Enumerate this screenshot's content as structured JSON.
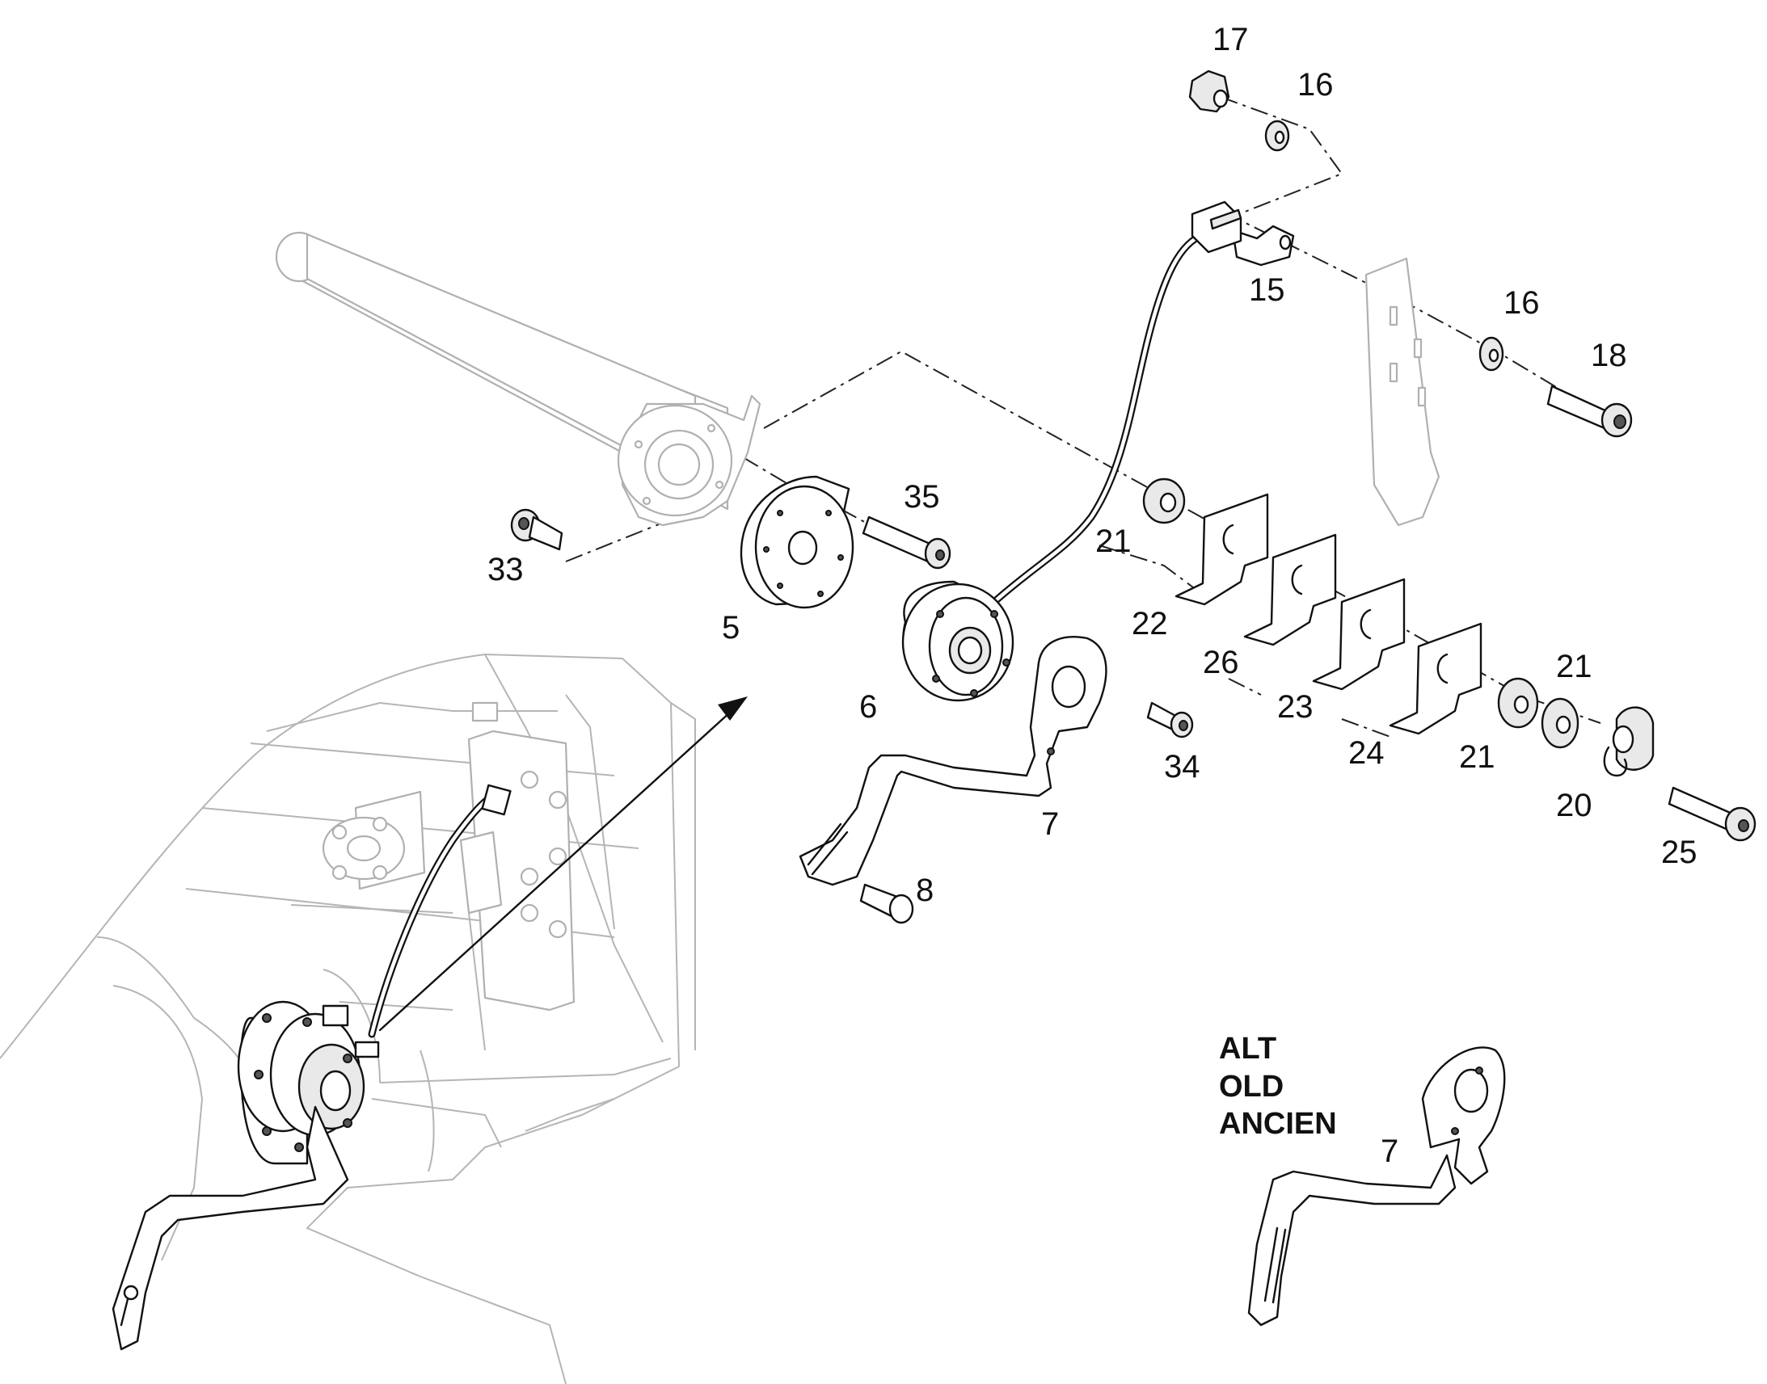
{
  "callouts": {
    "p17": "17",
    "p16a": "16",
    "p15": "15",
    "p16b": "16",
    "p18": "18",
    "p35": "35",
    "p33": "33",
    "p5": "5",
    "p21a": "21",
    "p22": "22",
    "p26": "26",
    "p23": "23",
    "p24": "24",
    "p21b": "21",
    "p21c": "21",
    "p20": "20",
    "p25": "25",
    "p6": "6",
    "p34": "34",
    "p7": "7",
    "p8": "8",
    "p7alt": "7"
  },
  "alt_note": {
    "line1": "ALT",
    "line2": "OLD",
    "line3": "ANCIEN"
  }
}
